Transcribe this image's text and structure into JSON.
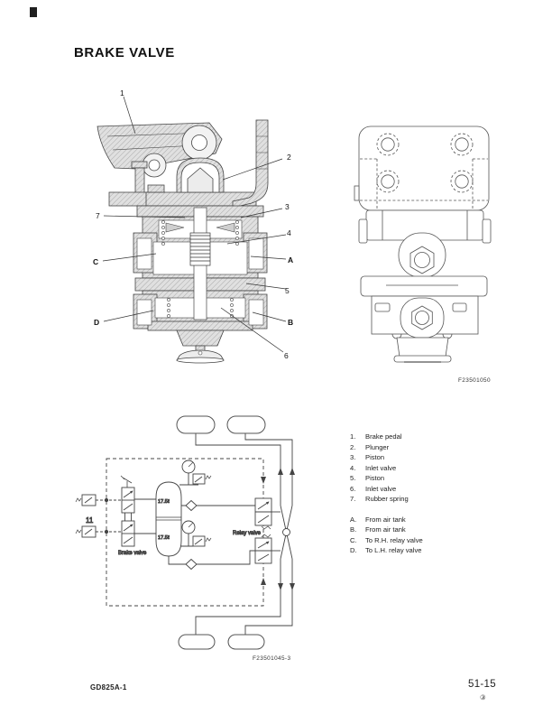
{
  "page": {
    "title": "BRAKE VALVE"
  },
  "figures": {
    "cross_section": {
      "callouts": {
        "n1": "1",
        "n2": "2",
        "n3": "3",
        "n4": "4",
        "n5": "5",
        "n6": "6",
        "n7": "7",
        "pA": "A",
        "pB": "B",
        "pC": "C",
        "pD": "D"
      }
    },
    "external_view": {
      "figure_ref": "F23501050"
    },
    "schematic": {
      "figure_ref": "F23501045-3",
      "labels": {
        "circuit_id": "11",
        "brake_valve": "Brake valve",
        "relay_valve": "Relay valve",
        "tank_top": "17.5ℓ",
        "tank_bottom": "17.5ℓ"
      }
    }
  },
  "parts_list": {
    "numbered": [
      {
        "num": "1.",
        "label": "Brake pedal"
      },
      {
        "num": "2.",
        "label": "Plunger"
      },
      {
        "num": "3.",
        "label": "Piston"
      },
      {
        "num": "4.",
        "label": "Inlet valve"
      },
      {
        "num": "5.",
        "label": "Piston"
      },
      {
        "num": "6.",
        "label": "Inlet valve"
      },
      {
        "num": "7.",
        "label": "Rubber spring"
      }
    ],
    "lettered": [
      {
        "key": "A.",
        "label": "From air tank"
      },
      {
        "key": "B.",
        "label": "From air tank"
      },
      {
        "key": "C.",
        "label": "To R.H. relay valve"
      },
      {
        "key": "D.",
        "label": "To L.H. relay valve"
      }
    ]
  },
  "footer": {
    "model": "GD825A-1",
    "page_number": "51-15",
    "page_symbol": "③"
  },
  "colors": {
    "ink": "#1a1a1a",
    "line": "#444444",
    "section_fill": "#e0e0e0"
  }
}
